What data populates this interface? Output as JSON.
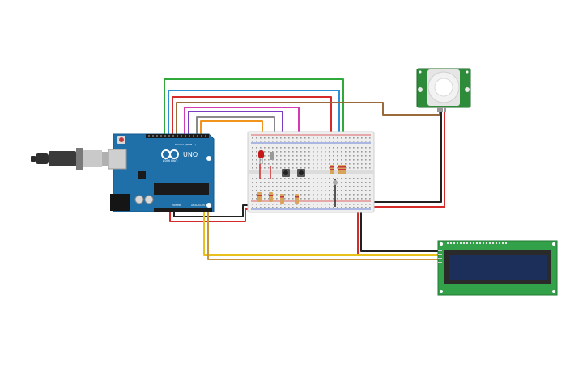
{
  "arduino": {
    "brand": "ARDUINO",
    "model": "UNO",
    "digital_label": "DIGITAL (PWM ~)",
    "power_label": "POWER",
    "analog_label": "ANALOG IN",
    "board_color": "#1f6fa8"
  },
  "pir_sensor": {
    "board_color": "#2e8b3a",
    "dome_color": "#f2f2f2"
  },
  "lcd": {
    "board_color": "#33a04a",
    "screen_color": "#1c2f5a"
  },
  "breadboard": {
    "color": "#eeeeee",
    "rail_red": "#d43a3a",
    "rail_blue": "#3b5bd1"
  },
  "wire_colors": {
    "green": "#2faa3a",
    "blue": "#2a8fd8",
    "red": "#d42a2a",
    "pink": "#d43ab4",
    "purple": "#7a3cc2",
    "gray": "#8a8a8a",
    "orange": "#f0941e",
    "brown": "#9a6a3a",
    "black": "#222222",
    "yellow": "#e8c21a"
  },
  "components": [
    "red-led",
    "push-button-1",
    "push-button-2",
    "resistors",
    "usb-cable"
  ]
}
